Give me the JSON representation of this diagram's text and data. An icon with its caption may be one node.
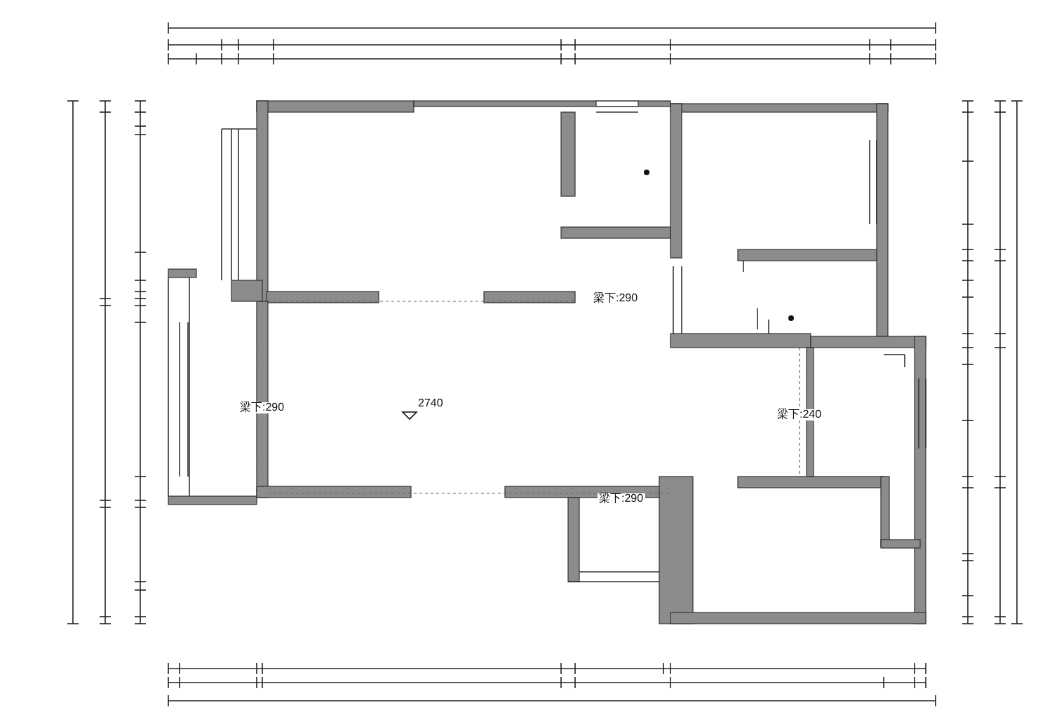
{
  "diagram": {
    "labels": [
      "梁下:290",
      "2740",
      "梁下:290",
      "梁下:240",
      "梁下:290"
    ]
  }
}
